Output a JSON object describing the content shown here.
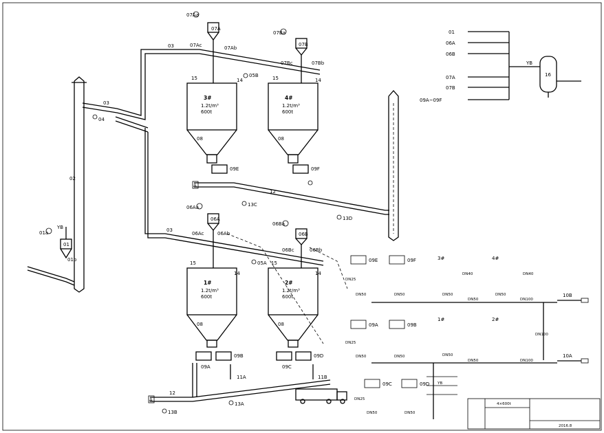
{
  "labels": {
    "l01": "01",
    "l01a": "01a",
    "l01b": "01b",
    "l02": "02",
    "l03a": "03",
    "l03b": "03",
    "l03c": "03",
    "l04": "04",
    "l05A": "05A",
    "l05B": "05B",
    "l06A": "06A",
    "l06Aa": "06Aa",
    "l06Ab": "06Ab",
    "l06Ac": "06Ac",
    "l06B": "06B",
    "l06Ba": "06Ba",
    "l06Bb": "06Bb",
    "l06Bc": "06Bc",
    "l07A": "07A",
    "l07Aa": "07Aa",
    "l07Ab": "07Ab",
    "l07Ac": "07Ac",
    "l07B": "07B",
    "l07Ba": "07Ba",
    "l07Bb": "07Bb",
    "l07Bc": "07Bc",
    "l08a": "08",
    "l08b": "08",
    "l08c": "08",
    "l08d": "08",
    "l09A": "09A",
    "l09B": "09B",
    "l09C": "09C",
    "l09D": "09D",
    "l09E": "09E",
    "l09F": "09F",
    "l11A": "11A",
    "l11B": "11B",
    "l12a": "12",
    "l12b": "12",
    "l13A": "13A",
    "l13B": "13B",
    "l13C": "13C",
    "l13D": "13D",
    "l14a": "14",
    "l14b": "14",
    "l14c": "14",
    "l14d": "14",
    "l15a": "15",
    "l15b": "15",
    "l15c": "15",
    "l15d": "15",
    "l16": "16",
    "lA1": "A",
    "lA2": "A",
    "l10A": "10A",
    "l10B": "10B",
    "yb1": "YB",
    "yb2": "YB",
    "yb3": "YB",
    "gasList": [
      "01",
      "06A",
      "06B",
      "07A",
      "07B",
      "09A~09F"
    ]
  },
  "silos": [
    {
      "title": "1#",
      "density": "1.2t/m³",
      "capacity": "600t"
    },
    {
      "title": "2#",
      "density": "1.2t/m³",
      "capacity": "600t"
    },
    {
      "title": "3#",
      "density": "1.2t/m³",
      "capacity": "600t"
    },
    {
      "title": "4#",
      "density": "1.2t/m³",
      "capacity": "600t"
    }
  ],
  "detail": {
    "dn25": "DN25",
    "dn50": "DN50",
    "dn40": "DN40",
    "dn100": "DN100",
    "siloTags": [
      "3#",
      "4#",
      "1#",
      "2#"
    ]
  },
  "legend": {
    "items": [
      "",
      "YB",
      ""
    ]
  },
  "titleBlock": {
    "drawingTitle": "4×600t",
    "date": "2016.8"
  }
}
